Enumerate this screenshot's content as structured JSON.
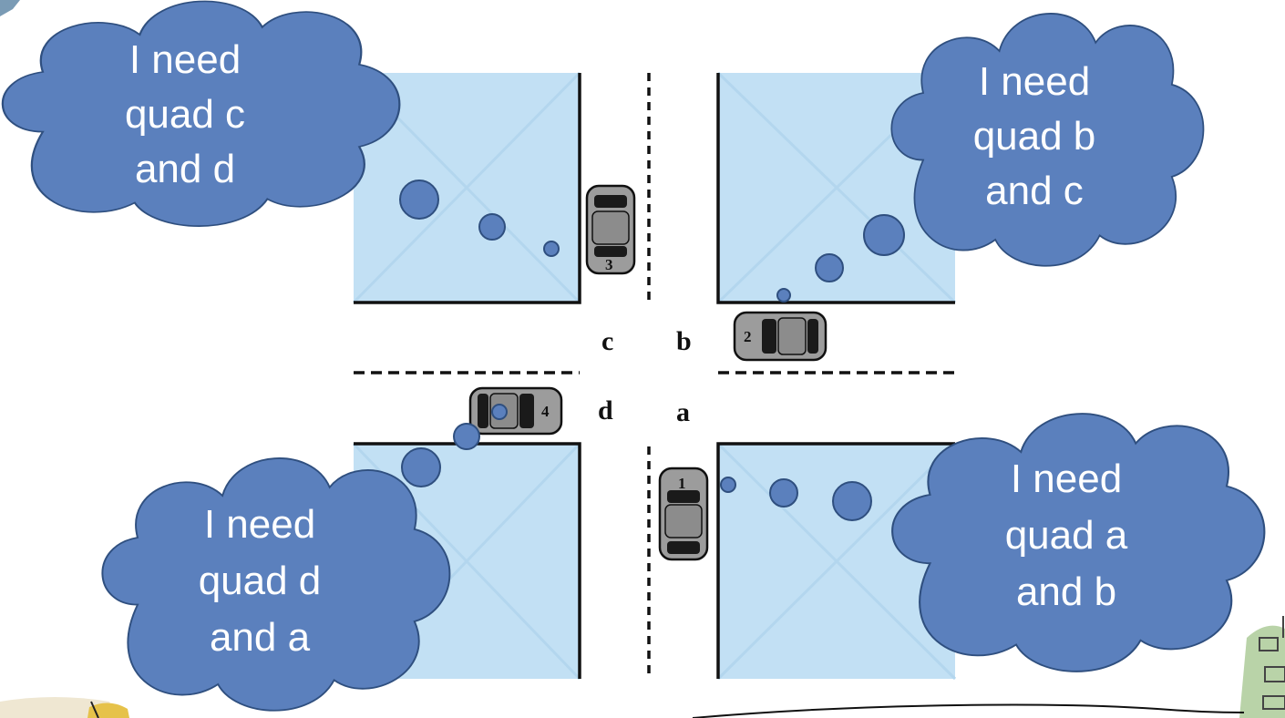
{
  "quadrant_labels": {
    "a": "a",
    "b": "b",
    "c": "c",
    "d": "d"
  },
  "cars": [
    {
      "id": "car-1",
      "number": "1"
    },
    {
      "id": "car-2",
      "number": "2"
    },
    {
      "id": "car-3",
      "number": "3"
    },
    {
      "id": "car-4",
      "number": "4"
    }
  ],
  "clouds": {
    "top_left": {
      "lines": [
        "I need",
        "quad c",
        "and d"
      ]
    },
    "top_right": {
      "lines": [
        "I need",
        "quad b",
        "and c"
      ]
    },
    "bottom_left": {
      "lines": [
        "I need",
        "quad d",
        "and a"
      ]
    },
    "bottom_right": {
      "lines": [
        "I need",
        "quad a",
        "and b"
      ]
    }
  },
  "colors": {
    "block_fill": "#c2e0f4",
    "cloud_fill": "#5b80bd",
    "cloud_stroke": "#2f4f7f",
    "car_body": "#9c9c9c",
    "car_glass": "#1a1a1a",
    "curb": "#111111"
  }
}
